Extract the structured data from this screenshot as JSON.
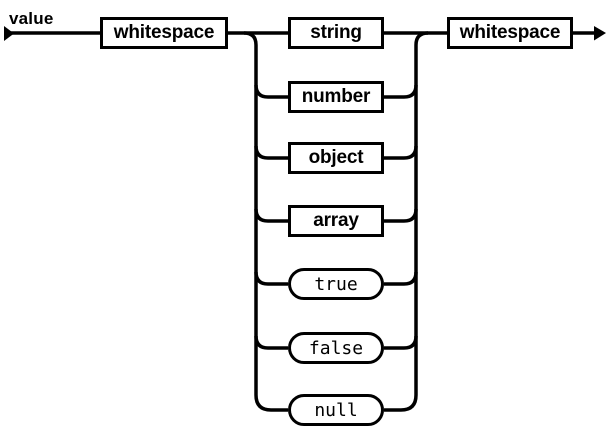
{
  "colors": {
    "line": "#000000",
    "background": "#ffffff",
    "node_fill": "#ffffff"
  },
  "diagram": {
    "rule_label": "value",
    "entry_node": {
      "label": "whitespace",
      "type": "nonterminal"
    },
    "exit_node": {
      "label": "whitespace",
      "type": "nonterminal"
    },
    "branches": [
      {
        "label": "string",
        "type": "nonterminal"
      },
      {
        "label": "number",
        "type": "nonterminal"
      },
      {
        "label": "object",
        "type": "nonterminal"
      },
      {
        "label": "array",
        "type": "nonterminal"
      },
      {
        "label": "true",
        "type": "terminal"
      },
      {
        "label": "false",
        "type": "terminal"
      },
      {
        "label": "null",
        "type": "terminal"
      }
    ],
    "icons": {
      "start": "start-arrow",
      "end": "end-arrow"
    }
  }
}
